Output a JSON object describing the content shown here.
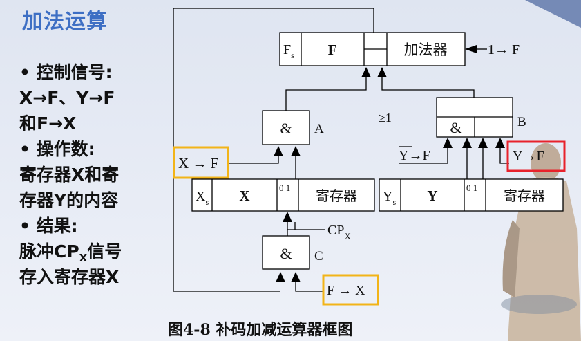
{
  "slide": {
    "title": "加法运算",
    "bullets": {
      "control_head": "• 控制信号:",
      "control_line1": "X→F、Y→F",
      "control_line2": "和F→X",
      "operand_head": "• 操作数:",
      "operand_line1": "寄存器X和寄",
      "operand_line2": "存器Y的内容",
      "result_head": "• 结果:",
      "result_line1_pre": "脉冲CP",
      "result_line1_sub": "X",
      "result_line1_post": "信号",
      "result_line2": "存入寄存器X"
    },
    "caption": "图4-8 补码加减运算器框图"
  },
  "diagram": {
    "adder": {
      "sign_main": "F",
      "sign_sub": "s",
      "name": "F",
      "label": "加法器",
      "control": "1→ F"
    },
    "gate_a": {
      "symbol": "&",
      "label": "A",
      "input": "X → F"
    },
    "gate_b": {
      "symbol": "&",
      "label": "B",
      "or_symbol": "≥1",
      "input_neg": "Y→F",
      "input_pos": "Y→F"
    },
    "gate_c": {
      "symbol": "&",
      "label": "C",
      "clock_main": "CP",
      "clock_sub": "X",
      "input": "F → X"
    },
    "reg_x": {
      "sign_main": "X",
      "sign_sub": "s",
      "name": "X",
      "bits": "0 1",
      "label": "寄存器"
    },
    "reg_y": {
      "sign_main": "Y",
      "sign_sub": "s",
      "name": "Y",
      "bits": "0 1",
      "label": "寄存器"
    },
    "colors": {
      "highlight_yellow": "#f2b418",
      "highlight_red": "#e8222b",
      "title_blue": "#3e6fc4"
    }
  }
}
